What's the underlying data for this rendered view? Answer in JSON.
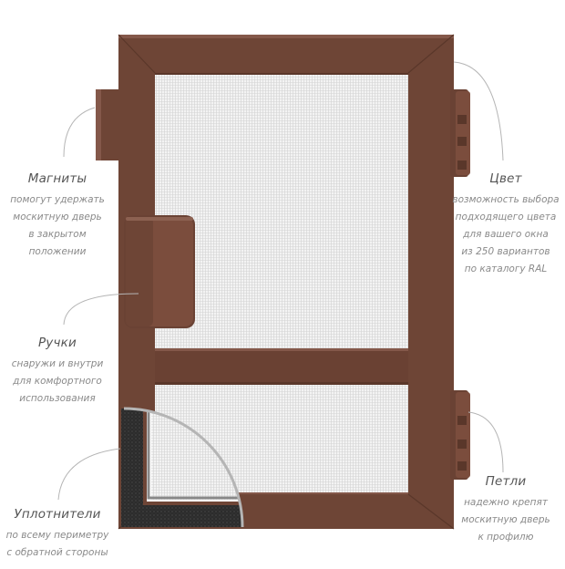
{
  "colors": {
    "frame": "#6e4536",
    "frame_dark": "#5a372a",
    "frame_light": "#84584a",
    "mesh": "#eeeeee",
    "leader_line": "#b5b5b5",
    "seal": "#2a2a2a",
    "metal": "#c9c9c9"
  },
  "callouts": {
    "magnets": {
      "title": "Магниты",
      "lines": [
        "помогут удержать",
        "москитную дверь",
        "в закрытом",
        "положении"
      ]
    },
    "handles": {
      "title": "Ручки",
      "lines": [
        "снаружи и внутри",
        "для комфортного",
        "использования"
      ]
    },
    "seals": {
      "title": "Уплотнители",
      "lines": [
        "по всему периметру",
        "с обратной стороны"
      ]
    },
    "color": {
      "title": "Цвет",
      "lines": [
        "возможность выбора",
        "подходящего цвета",
        "для вашего окна",
        "из 250 вариантов",
        "по каталогу RAL"
      ]
    },
    "hinges": {
      "title": "Петли",
      "lines": [
        "надежно крепят",
        "москитную дверь",
        "к профилю"
      ]
    }
  }
}
